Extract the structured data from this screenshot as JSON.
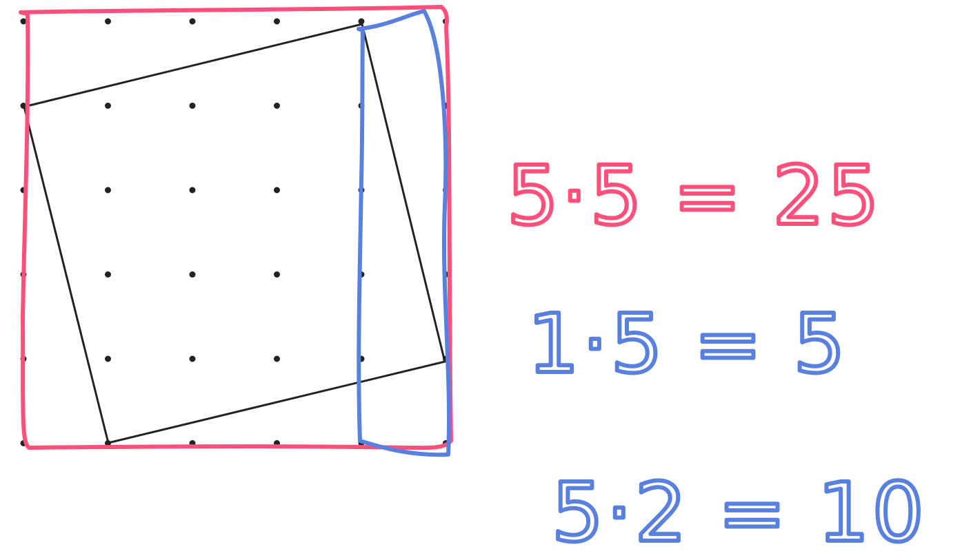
{
  "colors": {
    "background": "#ffffff",
    "grid_dot": "#222222",
    "square_line": "#222222",
    "pink": "#ff4f7b",
    "blue": "#5a80df"
  },
  "grid": {
    "columns": 6,
    "rows": 6
  },
  "equations": [
    {
      "text": "5·5 = 25",
      "color": "pink"
    },
    {
      "text": "1·5 = 5",
      "color": "blue"
    },
    {
      "text": "5·2 = 10",
      "color": "blue"
    }
  ]
}
